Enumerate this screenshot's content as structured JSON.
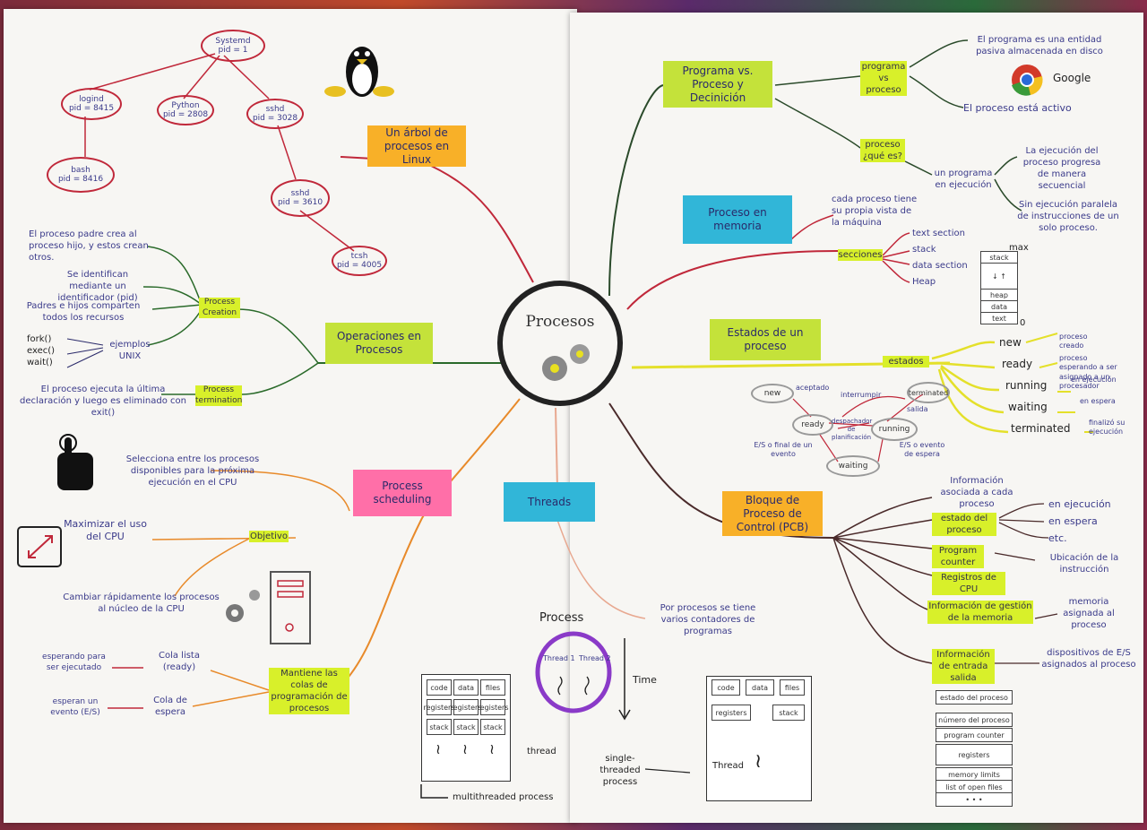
{
  "center": {
    "title": "Procesos"
  },
  "notes": {
    "arbol": "Un árbol de procesos en Linux",
    "operaciones": "Operaciones en Procesos",
    "scheduling": "Process scheduling",
    "threads": "Threads",
    "programa": "Programa vs. Proceso y Decinición",
    "memoria": "Proceso en memoria",
    "estados": "Estados de un proceso",
    "pcb": "Bloque de Proceso de Control (PCB)"
  },
  "tree": {
    "systemd": "Systemd\npid = 1",
    "logind": "logind\npid = 8415",
    "python": "Python\npid = 2808",
    "sshd": "sshd\npid = 3028",
    "bash": "bash\npid = 8416",
    "sshd2": "sshd\npid = 3610",
    "tcsh": "tcsh\npid = 4005"
  },
  "ops": {
    "creation": "Process Creation",
    "creation_text": "El proceso padre crea al proceso hijo, y estos crean otros.",
    "identify": "Se identifican mediante un identificador (pid)",
    "share": "Padres e hijos comparten todos los recursos",
    "examples_label": "ejemplos UNIX",
    "examples": "fork()\nexec()\nwait()",
    "termination": "Process termination",
    "termination_text": "El proceso ejecuta la última declaración y luego es eliminado con exit()"
  },
  "sched": {
    "select": "Selecciona entre los procesos disponibles para la próxima ejecución en el CPU",
    "select_hl": "Selecciona",
    "objective": "Objetivo",
    "maximize": "Maximizar el uso del CPU",
    "switch": "Cambiar rápidamente los procesos al núcleo de la CPU",
    "queues": "Mantiene las colas de programación de procesos",
    "ready_queue": "Cola lista (ready)",
    "ready_desc": "esperando para ser ejecutado",
    "wait_queue": "Cola de espera",
    "wait_desc": "esperan un evento (E/S)"
  },
  "threads": {
    "desc": "Por procesos se tiene varios contadores de programas",
    "process_label": "Process",
    "thread1": "Thread 1",
    "thread2": "Thread 2",
    "time": "Time",
    "multi_caption": "multithreaded process",
    "single_caption": "single-threaded process",
    "thread_arrow": "thread",
    "thread_label": "Thread",
    "cells": [
      "code",
      "data",
      "files",
      "registers",
      "registers",
      "registers",
      "stack",
      "stack",
      "stack"
    ],
    "single_cells": [
      "code",
      "data",
      "files",
      "registers",
      "stack"
    ]
  },
  "programa": {
    "prog_proc": "programa vs proceso",
    "pasiva": "El programa es una entidad pasiva almacenada en disco",
    "activo": "El proceso está activo",
    "google": "Google",
    "que_es": "proceso ¿qué es?",
    "ejecucion": "un programa en ejecución",
    "secuencial": "La ejecución del proceso progresa de manera secuencial",
    "paralela": "Sin ejecución paralela de instrucciones de un solo proceso."
  },
  "memoria": {
    "vista": "cada proceso tiene su propia vista de la máquina",
    "secciones": "secciones",
    "sections": [
      "text section",
      "stack",
      "data section",
      "Heap"
    ],
    "max": "max",
    "zero": "0",
    "stack_cells": [
      "stack",
      "heap",
      "data",
      "text"
    ]
  },
  "estados": {
    "label": "estados",
    "items": [
      {
        "name": "new",
        "desc": "proceso creado"
      },
      {
        "name": "ready",
        "desc": "proceso esperando a ser asignado a un procesador"
      },
      {
        "name": "running",
        "desc": "en ejecución"
      },
      {
        "name": "waiting",
        "desc": "en espera"
      },
      {
        "name": "terminated",
        "desc": "finalizó su ejecución"
      }
    ],
    "diagram": {
      "new": "new",
      "ready": "ready",
      "running": "running",
      "waiting": "waiting",
      "terminated": "terminated",
      "aceptado": "aceptado",
      "interrumpir": "interrumpir",
      "salida": "salida",
      "despachador": "despachador de planificación",
      "es_fin": "E/S o final de un evento",
      "es_espera": "E/S o evento de espera"
    }
  },
  "pcb": {
    "info": "Información asociada a cada proceso",
    "estado": "estado del proceso",
    "estado_vals": [
      "en ejecución",
      "en espera",
      "etc."
    ],
    "counter": "Program counter",
    "counter_desc": "Ubicación de la instrucción",
    "registros": "Registros de CPU",
    "memoria": "Información de gestión de la memoria",
    "memoria_desc": "memoria asignada al proceso",
    "es": "Información de entrada salida",
    "es_desc": "dispositivos de E/S asignados al proceso",
    "table": [
      "estado del proceso",
      "número del proceso",
      "program counter",
      "registers",
      "memory limits",
      "list of open files",
      "• • •"
    ]
  },
  "colors": {
    "orange": "#f8b028",
    "lime": "#c4e23a",
    "blue": "#31b6d8",
    "pink": "#ff6fa8",
    "yellow": "#f4e600"
  }
}
